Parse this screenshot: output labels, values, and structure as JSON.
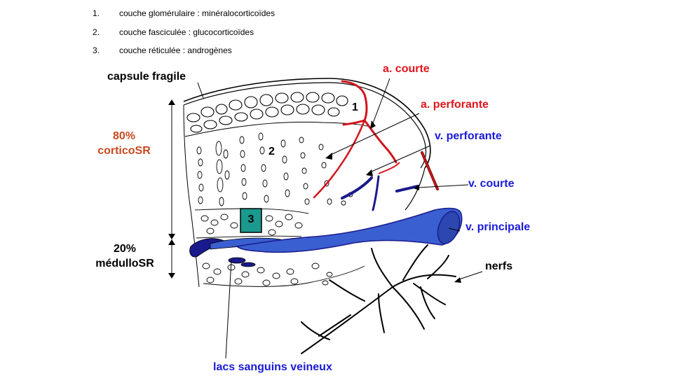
{
  "legend": [
    {
      "num": "1.",
      "text": "couche glomérulaire : minéralocorticoïdes"
    },
    {
      "num": "2.",
      "text": "couche fasciculée : glucocorticoïdes"
    },
    {
      "num": "3.",
      "text": "couche réticulée : androgènes"
    }
  ],
  "labels": {
    "capsule": "capsule fragile",
    "cortex_pct": "80%",
    "cortex_name": "corticoSR",
    "medulla_pct": "20%",
    "medulla_name": "médulloSR",
    "art_courte": "a. courte",
    "art_perforante": "a. perforante",
    "v_perforante": "v. perforante",
    "v_courte": "v. courte",
    "v_principale": "v. principale",
    "nerfs": "nerfs",
    "lacs": "lacs sanguins veineux",
    "zone1": "1",
    "zone2": "2",
    "zone3": "3"
  },
  "colors": {
    "artery": "#d2141c",
    "vein": "#3a5fd0",
    "vein_dark": "#1a1a8c",
    "zone3_box": "#1a9a8e",
    "label_red": "#e0151b",
    "label_blue": "#1a1ad9",
    "label_brown": "#c8491f"
  }
}
